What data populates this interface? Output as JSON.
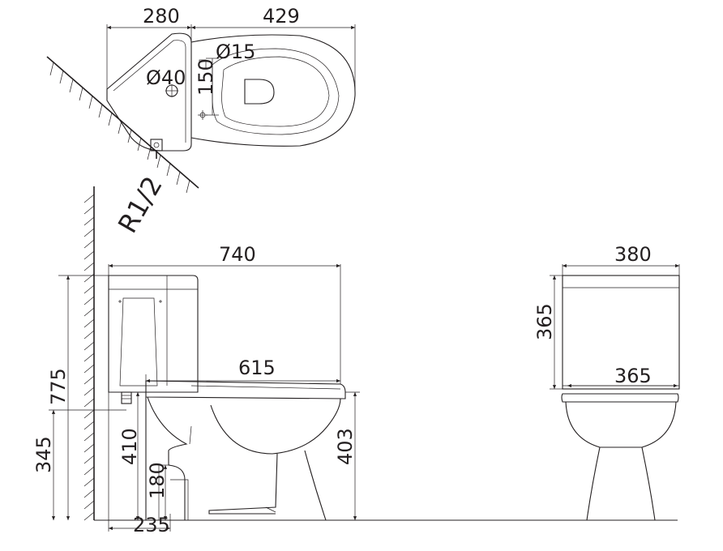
{
  "dimensions": {
    "top_width_tank": "280",
    "top_width_bowl": "429",
    "diameter_15": "Ø15",
    "diameter_40": "Ø40",
    "offset_150": "150",
    "pipe_thread": "R1/2",
    "side_overall_length": "740",
    "side_bowl_length": "615",
    "side_total_height": "775",
    "side_inlet_height": "345",
    "side_outlet_center": "410",
    "side_outlet_height": "180",
    "side_wall_offset": "235",
    "side_rim_height": "403",
    "front_tank_width": "380",
    "front_tank_height": "365",
    "front_bowl_width": "365"
  }
}
